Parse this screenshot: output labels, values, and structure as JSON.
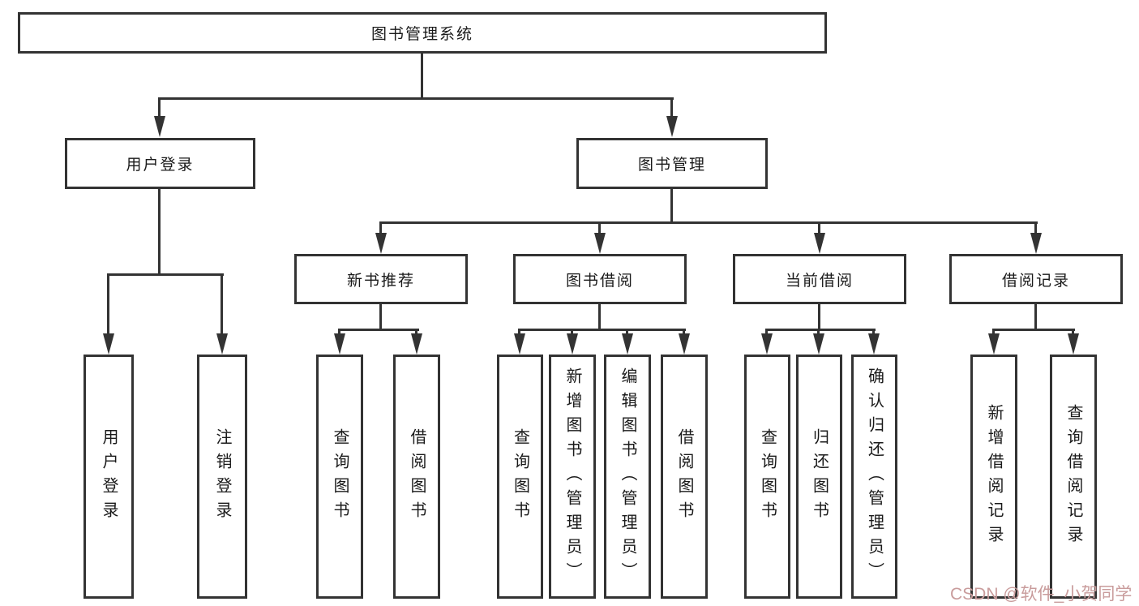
{
  "tree": {
    "root": "图书管理系统",
    "branches": [
      {
        "label": "用户登录",
        "children": [
          {
            "label": "用户登录"
          },
          {
            "label": "注销登录"
          }
        ]
      },
      {
        "label": "图书管理",
        "children": [
          {
            "label": "新书推荐",
            "children": [
              {
                "label": "查询图书"
              },
              {
                "label": "借阅图书"
              }
            ]
          },
          {
            "label": "图书借阅",
            "children": [
              {
                "label": "查询图书"
              },
              {
                "label": "新增图书（管理员）"
              },
              {
                "label": "编辑图书（管理员）"
              },
              {
                "label": "借阅图书"
              }
            ]
          },
          {
            "label": "当前借阅",
            "children": [
              {
                "label": "查询图书"
              },
              {
                "label": "归还图书"
              },
              {
                "label": "确认归还（管理员）"
              }
            ]
          },
          {
            "label": "借阅记录",
            "children": [
              {
                "label": "新增借阅记录"
              },
              {
                "label": "查询借阅记录"
              }
            ]
          }
        ]
      }
    ]
  },
  "watermark": {
    "text": "CSDN @软件_小贺同学",
    "color": "#c99c9c"
  },
  "colors": {
    "line": "#333333",
    "background": "#ffffff",
    "text": "#1a1a1a"
  }
}
